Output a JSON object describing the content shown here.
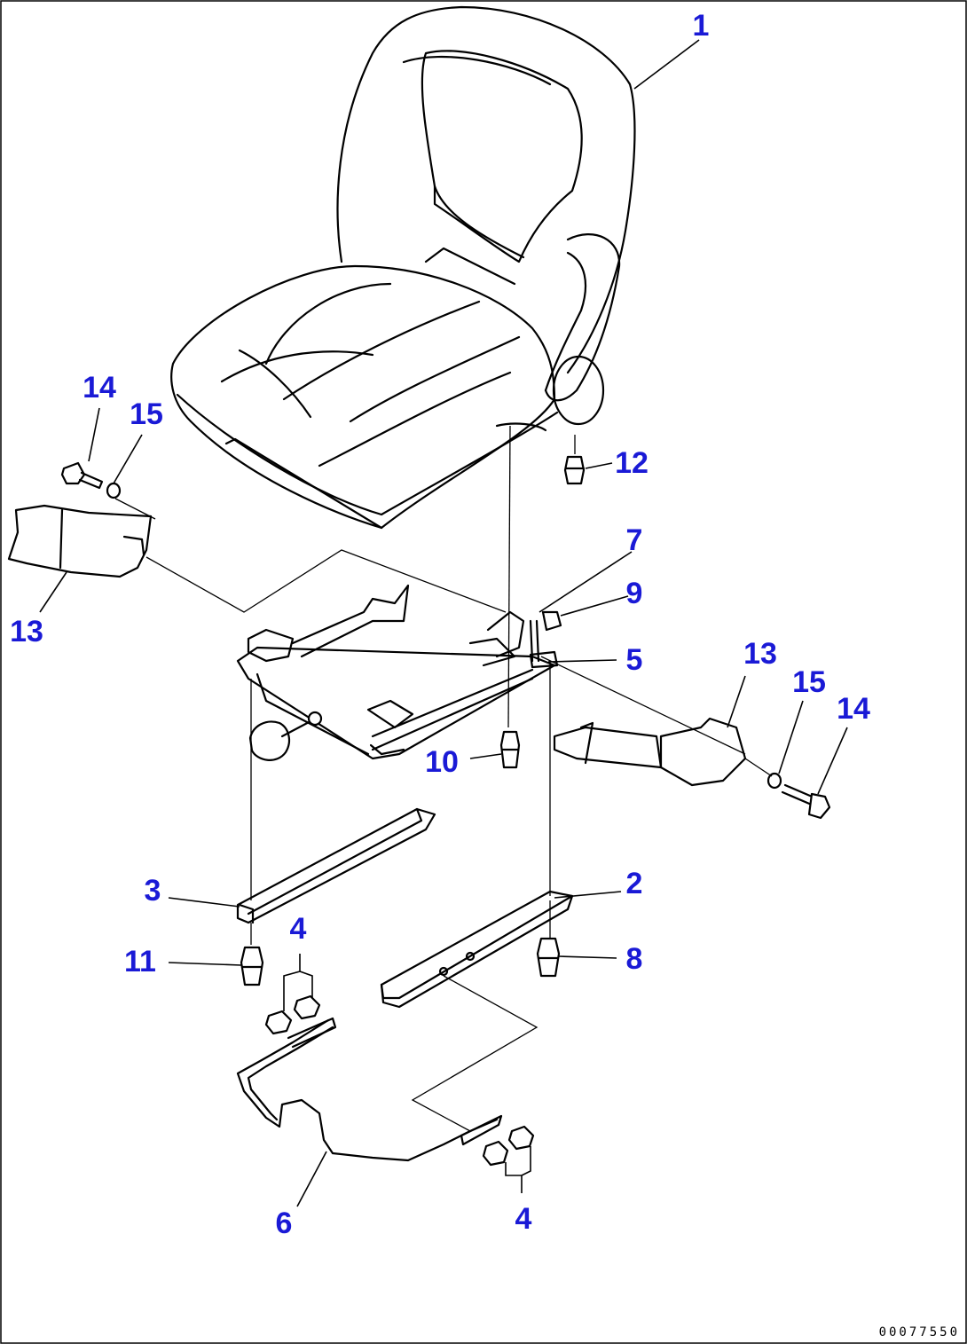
{
  "callouts": {
    "c1": "1",
    "c2": "2",
    "c3": "3",
    "c4_upper": "4",
    "c4_lower": "4",
    "c5": "5",
    "c6": "6",
    "c7": "7",
    "c8": "8",
    "c9": "9",
    "c10": "10",
    "c11": "11",
    "c12": "12",
    "c13_left": "13",
    "c13_right": "13",
    "c14_left": "14",
    "c14_right": "14",
    "c15_left": "15",
    "c15_right": "15"
  },
  "drawing_code": "00077550",
  "colors": {
    "callout": "#1a1ad6",
    "line": "#000000",
    "background": "#ffffff"
  }
}
